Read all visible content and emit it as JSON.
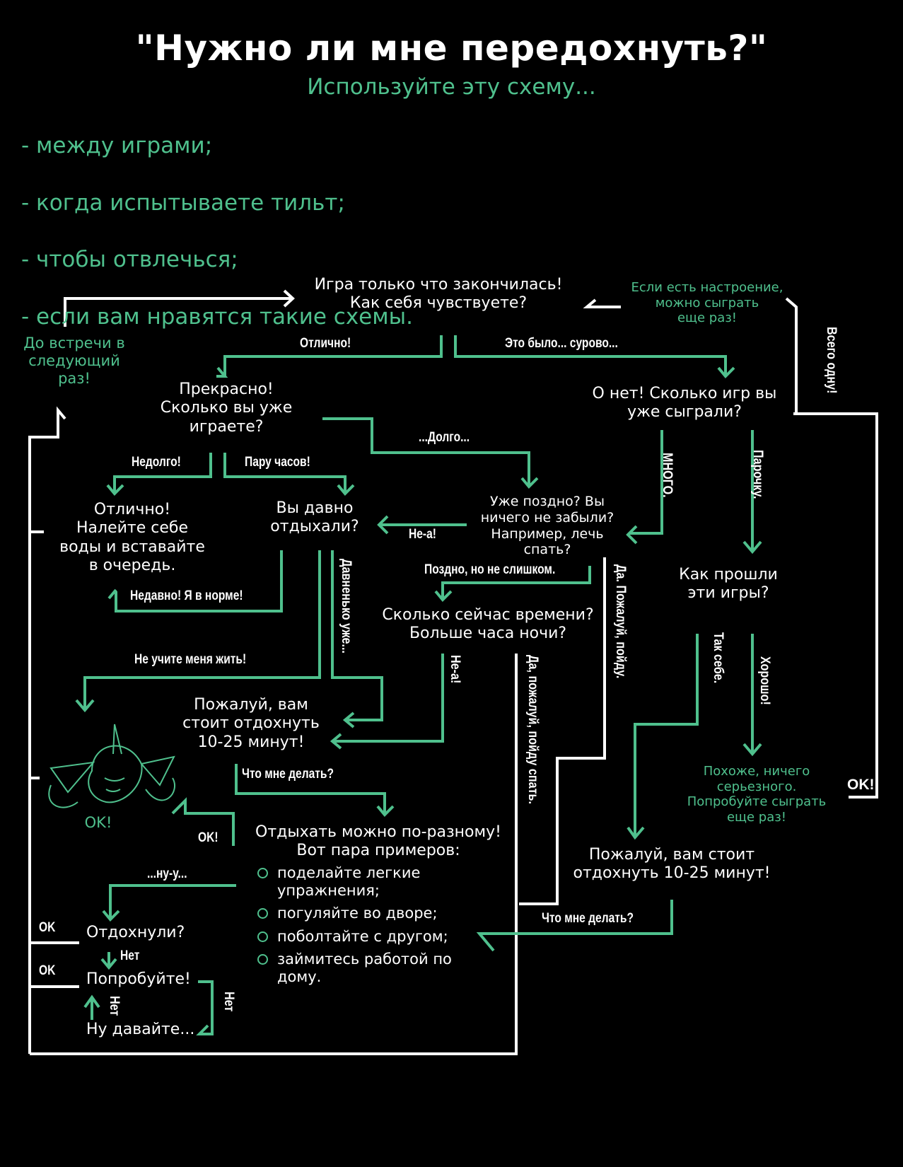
{
  "title": "\"Нужно ли мне передохнуть?\"",
  "subtitle": "Используйте эту схему...",
  "intro": [
    "- между играми;",
    "- когда испытываете тильт;",
    "- чтобы отвлечься;",
    "- если вам нравятся такие схемы."
  ],
  "nodes": {
    "start": "Игра только что закончилась!\nКак себя чувствуете?",
    "mood_again": "Если есть настроение,\nможно сыграть\nеще раз!",
    "see_you": "До встречи в\nследующий\nраз!",
    "great": "Прекрасно!\nСколько вы уже\nиграете?",
    "oh_no": "О нет! Сколько игр вы\nуже сыграли?",
    "water": "Отлично!\nНалейте себе\nводы и вставайте\nв очередь.",
    "rested": "Вы давно\nотдыхали?",
    "late": "Уже поздно? Вы\nничего не забыли?\nНапример, лечь\nспать?",
    "how_went": "Как прошли\nэти игры?",
    "time": "Сколько сейчас времени?\nБольше часа ночи?",
    "rest1": "Пожалуй, вам\nстоит отдохнуть\n10-25 минут!",
    "nothing_serious": "Похоже, ничего\nсерьезного.\nПопробуйте сыграть\nеще раз!",
    "rest2": "Пожалуй, вам стоит\nотдохнуть 10-25 минут!",
    "ways": "Отдыхать можно по-разному!\nВот пара примеров:",
    "rested_q": "Отдохнули?",
    "try": "Попробуйте!",
    "come_on": "Ну давайте...",
    "ok_caption": "OK!"
  },
  "tips": [
    "поделайте легкие\nупражнения;",
    "погуляйте во дворе;",
    "поболтайте с другом;",
    "займитесь работой по\nдому."
  ],
  "labels": {
    "excellent": "Отлично!",
    "harsh": "Это было... сурово...",
    "long": "...Долго...",
    "short": "Недолго!",
    "couple_hours": "Пару часов!",
    "nea1": "Не-а!",
    "late_not_too": "Поздно, но не слишком.",
    "recently": "Недавно! Я в норме!",
    "dont_teach": "Не учите меня жить!",
    "what_do1": "Что мне делать?",
    "what_do2": "Что мне делать?",
    "ok1": "OK!",
    "nu_u": "...ну-у...",
    "ok2": "OK",
    "ok3": "OK",
    "net1": "Нет",
    "net2": "Нет",
    "net3": "Нет",
    "ok_right": "OK!"
  },
  "vertical_labels": {
    "only_one": "Всего одну!",
    "many": "МНОГО.",
    "couple": "Парочку.",
    "long_ago": "Давненько уже...",
    "yes_go": "Да. Пожалуй, пойду.",
    "so_so": "Так себе.",
    "good": "Хорошо!",
    "nea2": "Не-а!",
    "yes_sleep": "Да, пожалуй, пойду спать."
  },
  "colors": {
    "accent": "#4fc08d",
    "text": "#ffffff",
    "background": "#000000"
  },
  "mascot_icon": "elf-mascot-icon"
}
